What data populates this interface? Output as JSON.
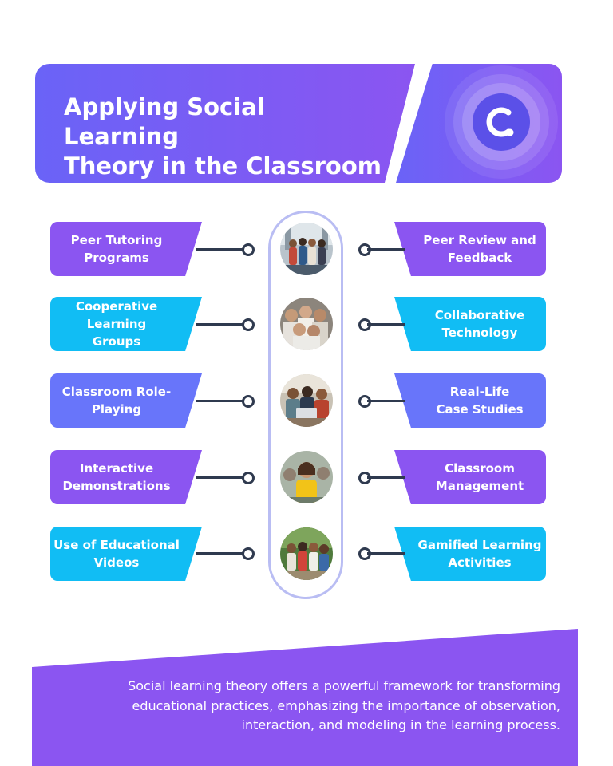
{
  "header": {
    "title": "Applying Social Learning\nTheory in the Classroom"
  },
  "left_items": [
    {
      "label": "Peer Tutoring\nPrograms",
      "color": "#8b55f1"
    },
    {
      "label": "Cooperative Learning\nGroups",
      "color": "#11bdf4"
    },
    {
      "label": "Classroom Role-\nPlaying",
      "color": "#6875fa"
    },
    {
      "label": "Interactive\nDemonstrations",
      "color": "#8b55f1"
    },
    {
      "label": "Use of Educational\nVideos",
      "color": "#11bdf4"
    }
  ],
  "right_items": [
    {
      "label": "Peer Review and\nFeedback",
      "color": "#8b55f1"
    },
    {
      "label": "Collaborative\nTechnology",
      "color": "#11bdf4"
    },
    {
      "label": "Real-Life\nCase Studies",
      "color": "#6875fa"
    },
    {
      "label": "Classroom\nManagement",
      "color": "#8b55f1"
    },
    {
      "label": "Gamified Learning\nActivities",
      "color": "#11bdf4"
    }
  ],
  "photos": [
    "students-walking-photo",
    "students-group-photo",
    "students-laptop-photo",
    "student-girl-photo",
    "students-outdoor-photo"
  ],
  "footer": {
    "text": "Social learning theory offers a powerful framework for transforming\neducational practices, emphasizing the importance of observation,\ninteraction, and modeling in the learning process."
  },
  "colors": {
    "purple": "#8b55f1",
    "cyan": "#11bdf4",
    "blue": "#6875fa",
    "connector": "#2f3a4f",
    "capsule_border": "#b9bdf3"
  }
}
